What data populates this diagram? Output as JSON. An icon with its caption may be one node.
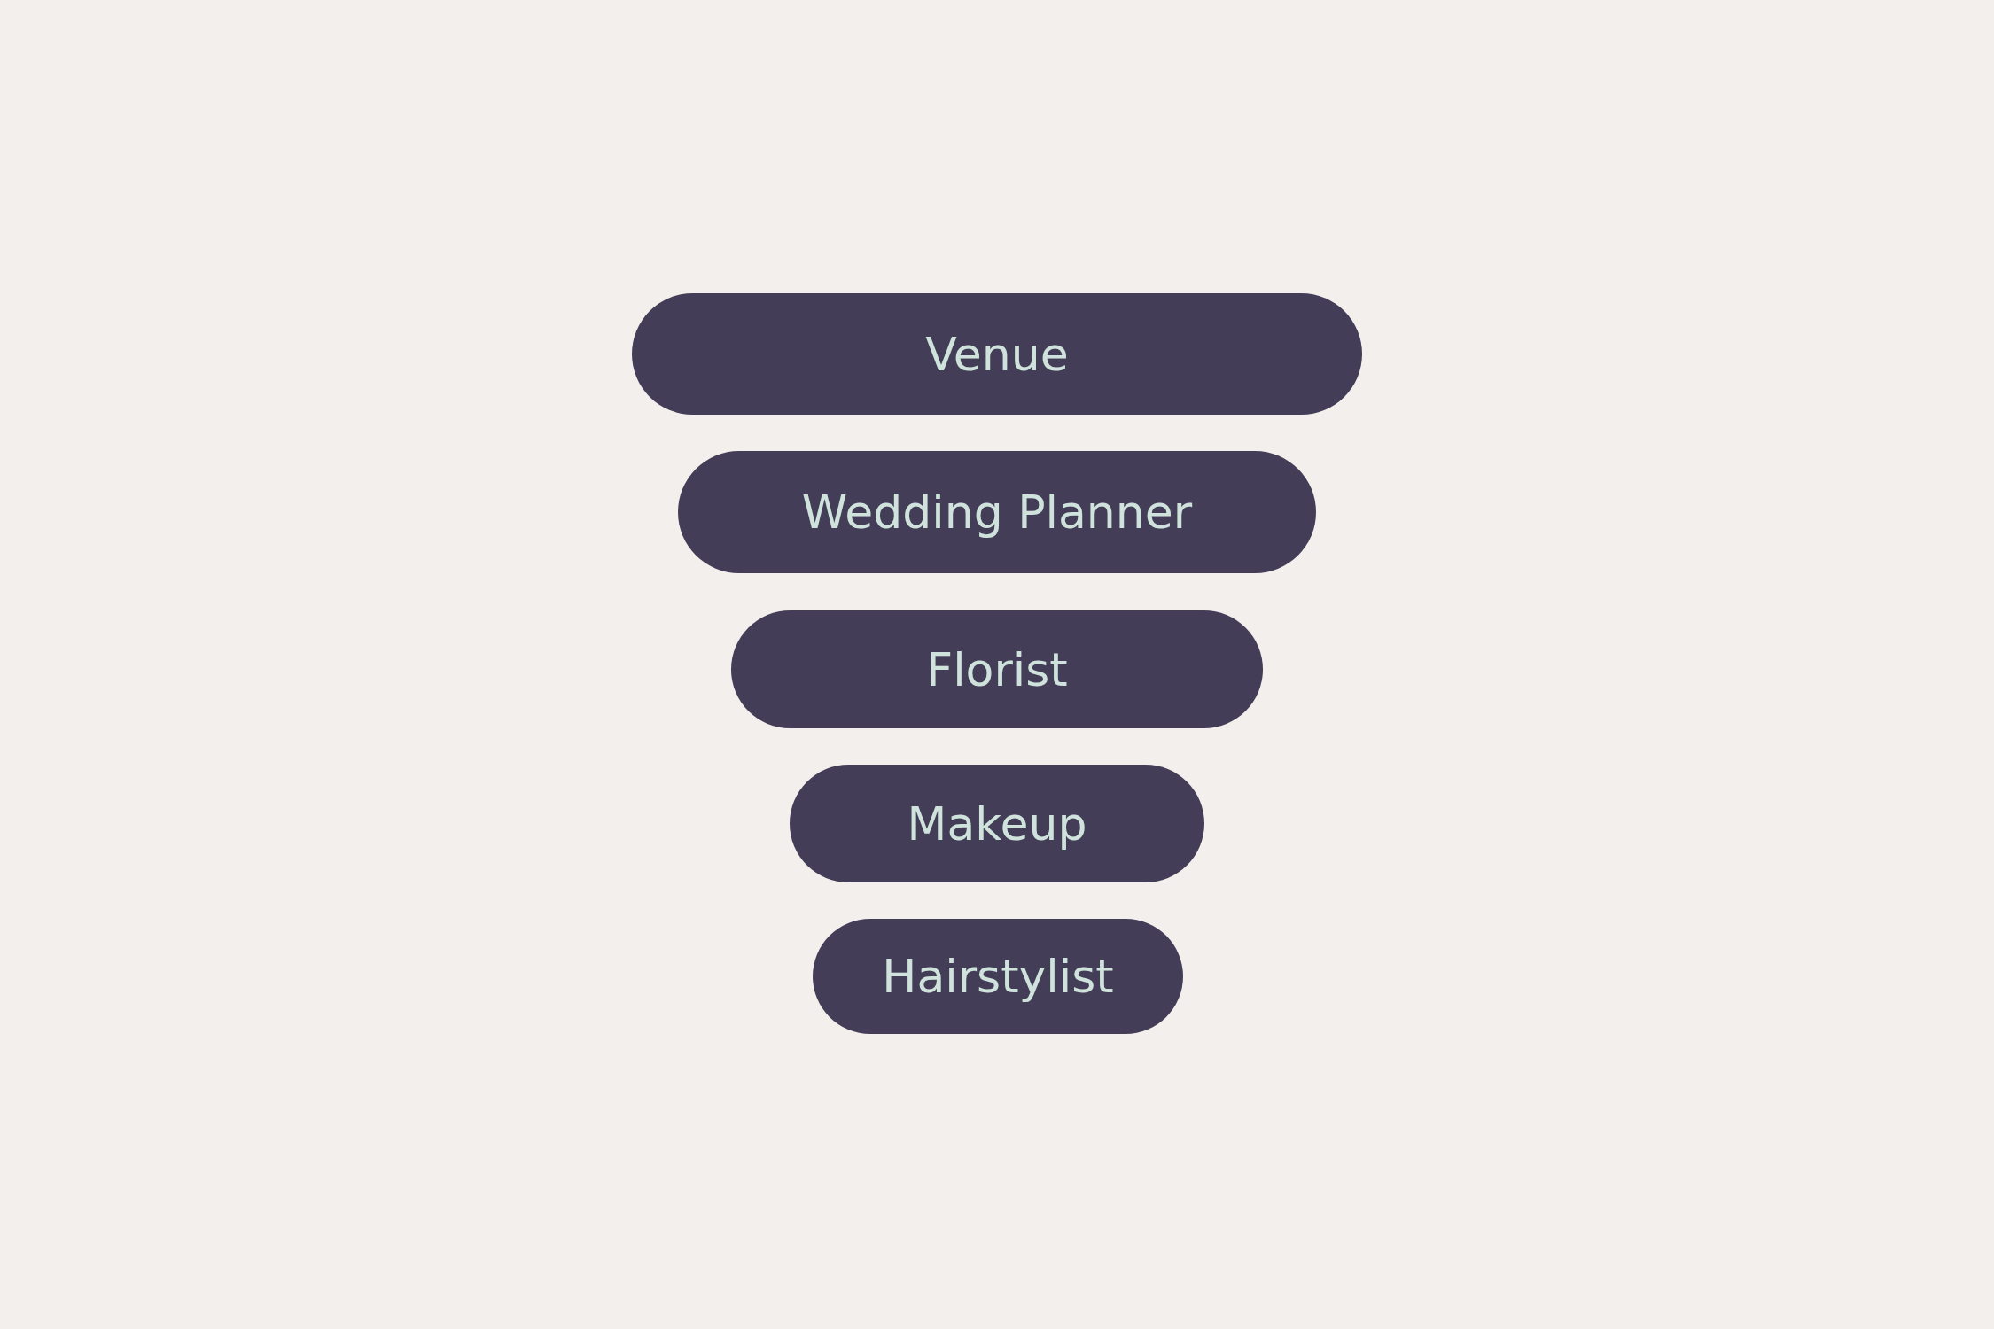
{
  "diagram": {
    "nodes": [
      {
        "text": [
          "Venue"
        ]
      },
      {
        "text": [
          "Wedding Planner"
        ]
      },
      {
        "text": [
          "Florist"
        ]
      },
      {
        "text": [
          "Makeup"
        ]
      },
      {
        "text": [
          "Hairstylist"
        ]
      }
    ]
  }
}
